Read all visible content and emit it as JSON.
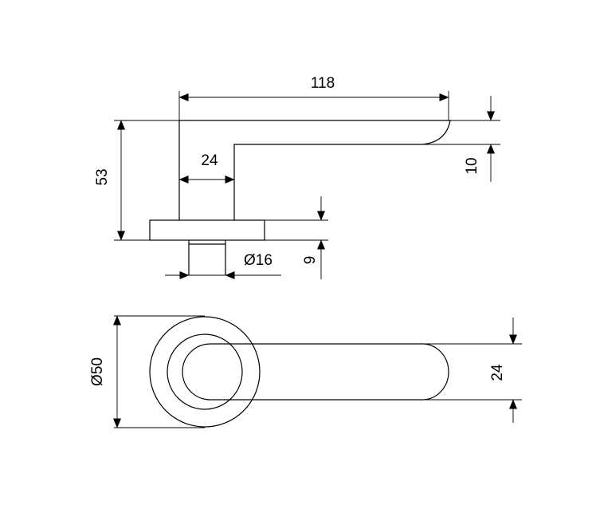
{
  "dimensions": {
    "top_length": "118",
    "neck_width": "24",
    "height": "53",
    "lever_thickness": "10",
    "rose_thickness": "9",
    "spindle_diameter": "Ø16",
    "rose_diameter": "Ø50",
    "lever_width": "24"
  }
}
